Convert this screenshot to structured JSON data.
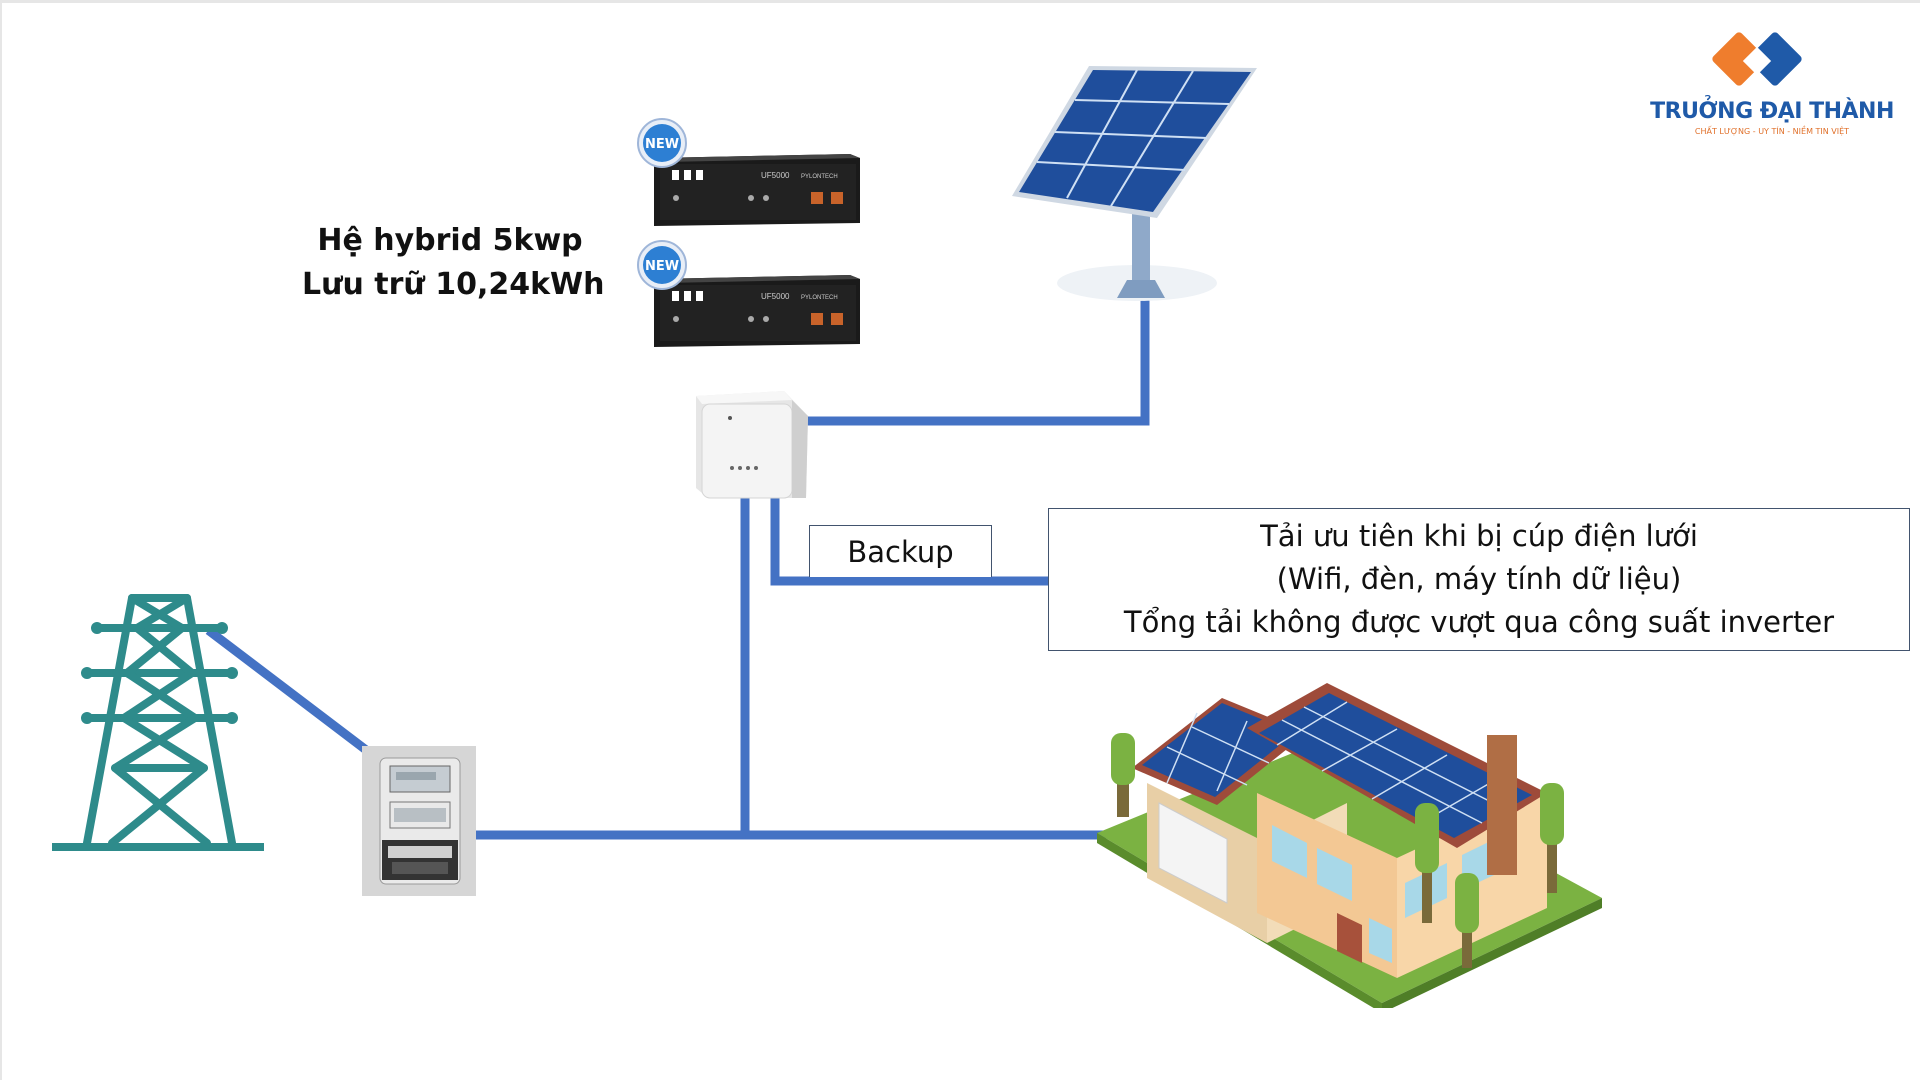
{
  "title": {
    "line1": "Hệ hybrid 5kwp",
    "line2": "Lưu trữ 10,24kWh"
  },
  "backup_label": "Backup",
  "callout": {
    "line1": "Tải ưu tiên khi bị cúp điện lưới",
    "line2": "(Wifi, đèn, máy tính dữ liệu)",
    "line3": "Tổng tải không được vượt qua công suất inverter"
  },
  "logo": {
    "name": "TRUỞNG ĐẠI THÀNH",
    "tagline": "CHẤT LƯỢNG - UY TÍN - NIỀM TIN VIỆT"
  },
  "batteries": [
    {
      "badge": "NEW",
      "model": "UF5000",
      "brand": "PYLONTECH"
    },
    {
      "badge": "NEW",
      "model": "UF5000",
      "brand": "PYLONTECH"
    }
  ],
  "colors": {
    "wire": "#4472c4",
    "tower": "#2e8b8b",
    "logo_blue": "#1f5aa8",
    "logo_orange": "#ef7d2d",
    "panel": "#1f4e9c",
    "lawn": "#7bb242"
  }
}
